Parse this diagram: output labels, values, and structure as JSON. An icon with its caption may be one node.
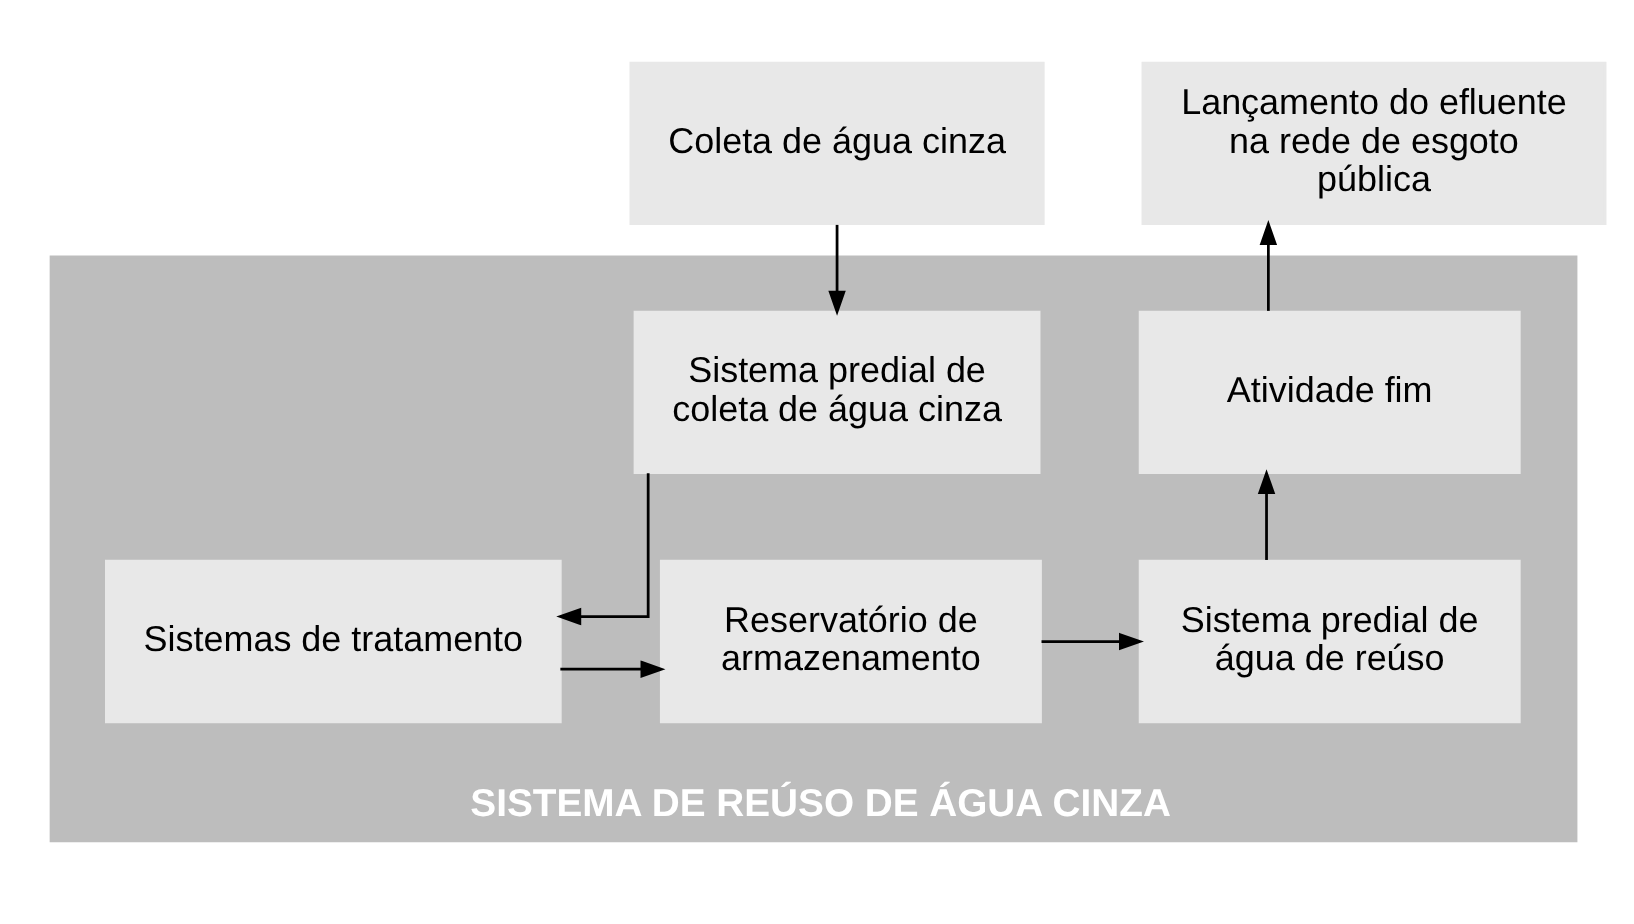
{
  "diagram": {
    "nodes": [
      {
        "text": [
          "Coleta de água cinza"
        ]
      },
      {
        "text": [
          "SISTEMA DE REÚSO DE ÁGUA CINZA"
        ]
      },
      {
        "text": [
          "Sistema predial de coleta de água cinza"
        ],
        "in": 1
      },
      {
        "text": [
          "Sistemas de tratamento"
        ],
        "in": 1
      },
      {
        "text": [
          "Reservatório de armazenamento"
        ],
        "in": 1
      },
      {
        "text": [
          "Sistema predial de água de reúso"
        ],
        "in": 1
      },
      {
        "text": [
          "Atividade fim"
        ],
        "in": 1
      },
      {
        "text": [
          "Lançamento do efluente na rede de esgoto pública"
        ]
      }
    ],
    "edges": [
      {
        "from": 0,
        "to": 2,
        "arrow": "to"
      },
      {
        "from": 2,
        "to": 3,
        "arrow": "to"
      },
      {
        "from": 3,
        "to": 4,
        "arrow": "to"
      },
      {
        "from": 4,
        "to": 5,
        "arrow": "to"
      },
      {
        "from": 5,
        "to": 6,
        "arrow": "to"
      },
      {
        "from": 6,
        "to": 7,
        "arrow": "to"
      }
    ]
  }
}
